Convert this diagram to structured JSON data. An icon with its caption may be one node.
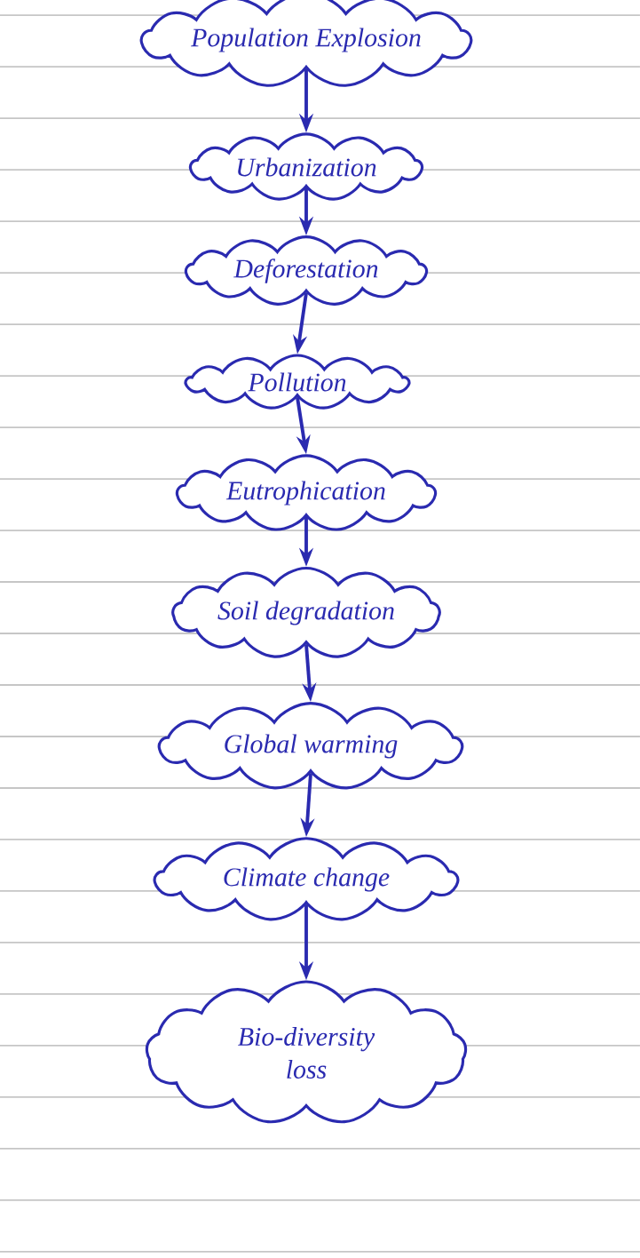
{
  "diagram": {
    "nodes": [
      {
        "text": [
          "Population Explosion"
        ]
      },
      {
        "text": [
          "Urbanization"
        ]
      },
      {
        "text": [
          "Deforestation"
        ]
      },
      {
        "text": [
          "Pollution"
        ]
      },
      {
        "text": [
          "Eutrophication"
        ]
      },
      {
        "text": [
          "Soil degradation"
        ]
      },
      {
        "text": [
          "Global warming"
        ]
      },
      {
        "text": [
          "Climate change"
        ]
      },
      {
        "text": [
          "Bio-diversity loss"
        ]
      }
    ],
    "edges": [
      {
        "from": 0,
        "to": 1,
        "arrow": "to"
      },
      {
        "from": 1,
        "to": 2,
        "arrow": "to"
      },
      {
        "from": 2,
        "to": 3,
        "arrow": "to"
      },
      {
        "from": 3,
        "to": 4,
        "arrow": "to"
      },
      {
        "from": 4,
        "to": 5,
        "arrow": "to"
      },
      {
        "from": 5,
        "to": 6,
        "arrow": "to"
      },
      {
        "from": 6,
        "to": 7,
        "arrow": "to"
      },
      {
        "from": 7,
        "to": 8,
        "arrow": "to"
      }
    ]
  }
}
